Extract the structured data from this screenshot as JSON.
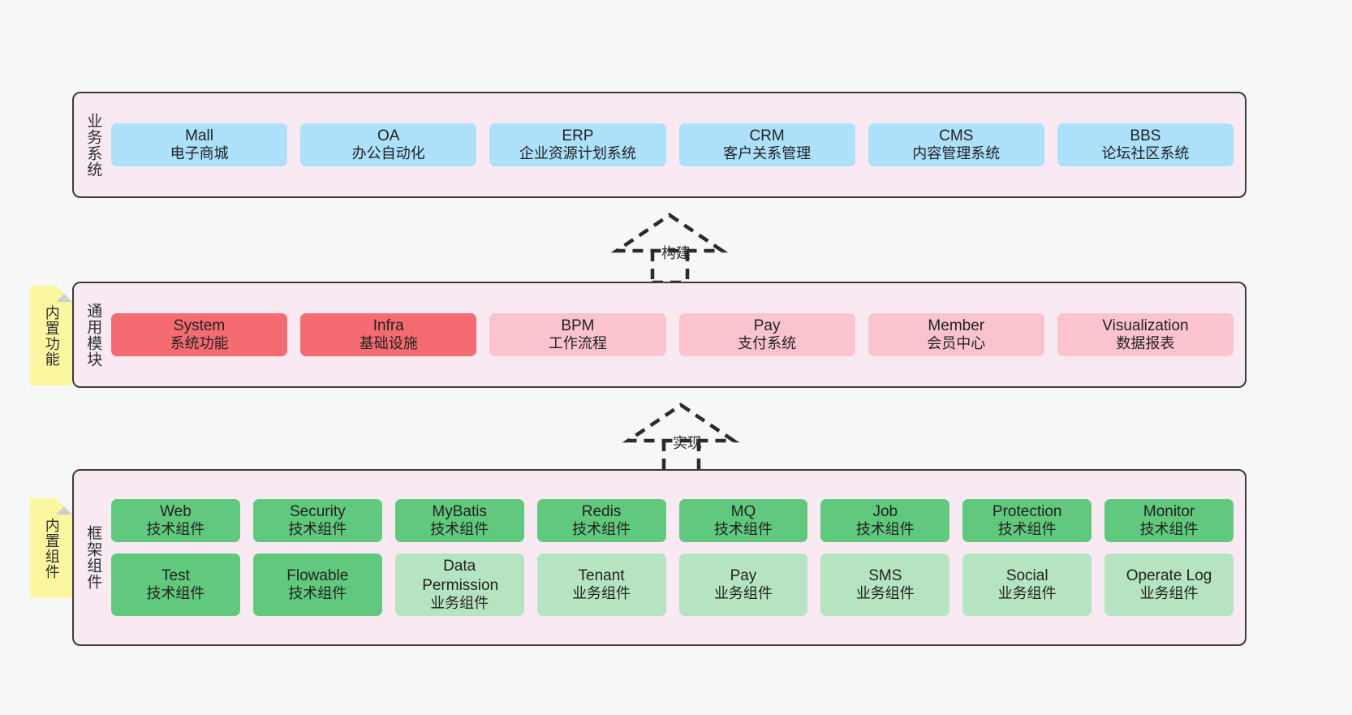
{
  "diagram": {
    "background_color": "#f7f7f7",
    "layers": [
      {
        "id": "business-system",
        "title": "业务系统",
        "note": null,
        "rows": [
          {
            "cells": [
              {
                "name": "Mall",
                "sub": "电子商城",
                "color": "#ace0fb",
                "variant": "c-blue"
              },
              {
                "name": "OA",
                "sub": "办公自动化",
                "color": "#ace0fb",
                "variant": "c-blue"
              },
              {
                "name": "ERP",
                "sub": "企业资源计划系统",
                "color": "#ace0fb",
                "variant": "c-blue"
              },
              {
                "name": "CRM",
                "sub": "客户关系管理",
                "color": "#ace0fb",
                "variant": "c-blue"
              },
              {
                "name": "CMS",
                "sub": "内容管理系统",
                "color": "#ace0fb",
                "variant": "c-blue"
              },
              {
                "name": "BBS",
                "sub": "论坛社区系统",
                "color": "#ace0fb",
                "variant": "c-blue"
              }
            ]
          }
        ]
      },
      {
        "id": "common-module",
        "title": "通用模块",
        "note": "内置功能",
        "rows": [
          {
            "cells": [
              {
                "name": "System",
                "sub": "系统功能",
                "color": "#f46c72",
                "variant": "c-red"
              },
              {
                "name": "Infra",
                "sub": "基础设施",
                "color": "#f46c72",
                "variant": "c-red"
              },
              {
                "name": "BPM",
                "sub": "工作流程",
                "color": "#fbc3cd",
                "variant": "c-pink"
              },
              {
                "name": "Pay",
                "sub": "支付系统",
                "color": "#fbc3cd",
                "variant": "c-pink"
              },
              {
                "name": "Member",
                "sub": "会员中心",
                "color": "#fbc3cd",
                "variant": "c-pink"
              },
              {
                "name": "Visualization",
                "sub": "数据报表",
                "color": "#fbc3cd",
                "variant": "c-pink"
              }
            ]
          }
        ]
      },
      {
        "id": "framework-component",
        "title": "框架组件",
        "note": "内置组件",
        "rows": [
          {
            "cells": [
              {
                "name": "Web",
                "sub": "技术组件",
                "color": "#61c97e",
                "variant": "c-green"
              },
              {
                "name": "Security",
                "sub": "技术组件",
                "color": "#61c97e",
                "variant": "c-green"
              },
              {
                "name": "MyBatis",
                "sub": "技术组件",
                "color": "#61c97e",
                "variant": "c-green"
              },
              {
                "name": "Redis",
                "sub": "技术组件",
                "color": "#61c97e",
                "variant": "c-green"
              },
              {
                "name": "MQ",
                "sub": "技术组件",
                "color": "#61c97e",
                "variant": "c-green"
              },
              {
                "name": "Job",
                "sub": "技术组件",
                "color": "#61c97e",
                "variant": "c-green"
              },
              {
                "name": "Protection",
                "sub": "技术组件",
                "color": "#61c97e",
                "variant": "c-green"
              },
              {
                "name": "Monitor",
                "sub": "技术组件",
                "color": "#61c97e",
                "variant": "c-green"
              }
            ]
          },
          {
            "cells": [
              {
                "name": "Test",
                "sub": "技术组件",
                "color": "#61c97e",
                "variant": "c-green"
              },
              {
                "name": "Flowable",
                "sub": "技术组件",
                "color": "#61c97e",
                "variant": "c-green"
              },
              {
                "name": "Data Permission",
                "sub": "业务组件",
                "color": "#b6e4c0",
                "variant": "c-lgreen"
              },
              {
                "name": "Tenant",
                "sub": "业务组件",
                "color": "#b6e4c0",
                "variant": "c-lgreen"
              },
              {
                "name": "Pay",
                "sub": "业务组件",
                "color": "#b6e4c0",
                "variant": "c-lgreen"
              },
              {
                "name": "SMS",
                "sub": "业务组件",
                "color": "#b6e4c0",
                "variant": "c-lgreen"
              },
              {
                "name": "Social",
                "sub": "业务组件",
                "color": "#b6e4c0",
                "variant": "c-lgreen"
              },
              {
                "name": "Operate Log",
                "sub": "业务组件",
                "color": "#b6e4c0",
                "variant": "c-lgreen"
              }
            ]
          }
        ]
      }
    ],
    "connectors": [
      {
        "id": "build",
        "label": "构建",
        "style": "dashed-generalization",
        "from": "common-module",
        "to": "business-system"
      },
      {
        "id": "implement",
        "label": "实现",
        "style": "dashed-generalization",
        "from": "framework-component",
        "to": "common-module"
      }
    ]
  }
}
